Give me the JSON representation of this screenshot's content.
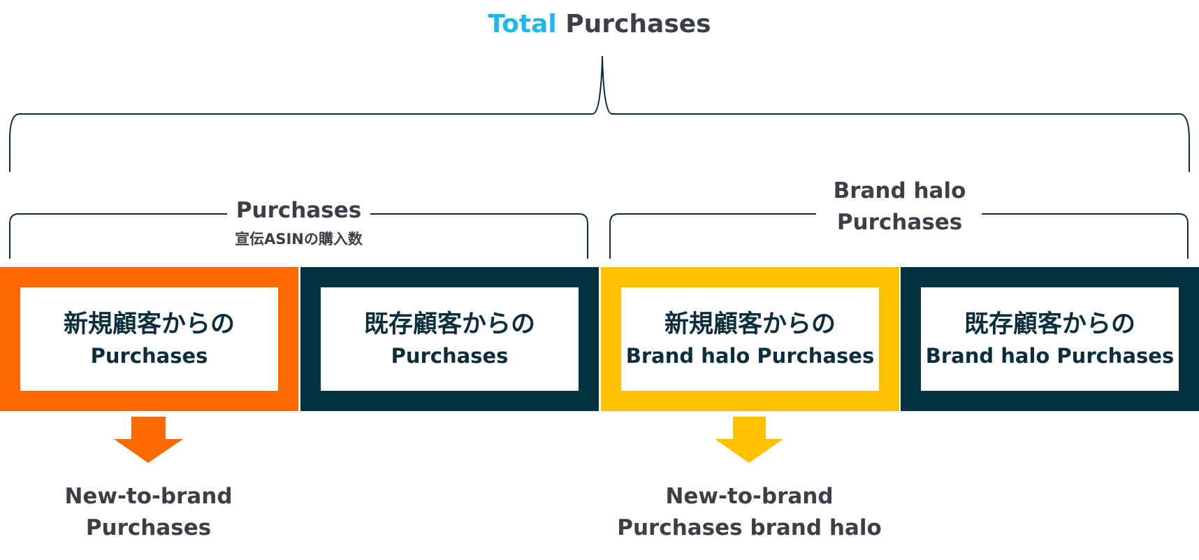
{
  "title": {
    "accent": "Total",
    "rest": "Purchases"
  },
  "groups": {
    "purchases": {
      "label": "Purchases",
      "sublabel": "宣伝ASINの購入数"
    },
    "halo": {
      "line1": "Brand halo",
      "line2": "Purchases"
    }
  },
  "boxes": [
    {
      "jp": "新規顧客からの",
      "en": "Purchases",
      "border_color": "#ff6a00"
    },
    {
      "jp": "既存顧客からの",
      "en": "Purchases",
      "border_color": "#05323f"
    },
    {
      "jp": "新規顧客からの",
      "en": "Brand halo Purchases",
      "border_color": "#ffc000"
    },
    {
      "jp": "既存顧客からの",
      "en": "Brand halo Purchases",
      "border_color": "#05323f"
    }
  ],
  "results": [
    {
      "line1": "New-to-brand",
      "line2": "Purchases",
      "arrow_color": "#ff6a00"
    },
    {
      "line1": "New-to-brand",
      "line2": "Purchases brand halo",
      "arrow_color": "#ffc000"
    }
  ],
  "colors": {
    "accent": "#1fb6e8",
    "bracket": "#0b2e3d",
    "text": "#3a3f48"
  }
}
